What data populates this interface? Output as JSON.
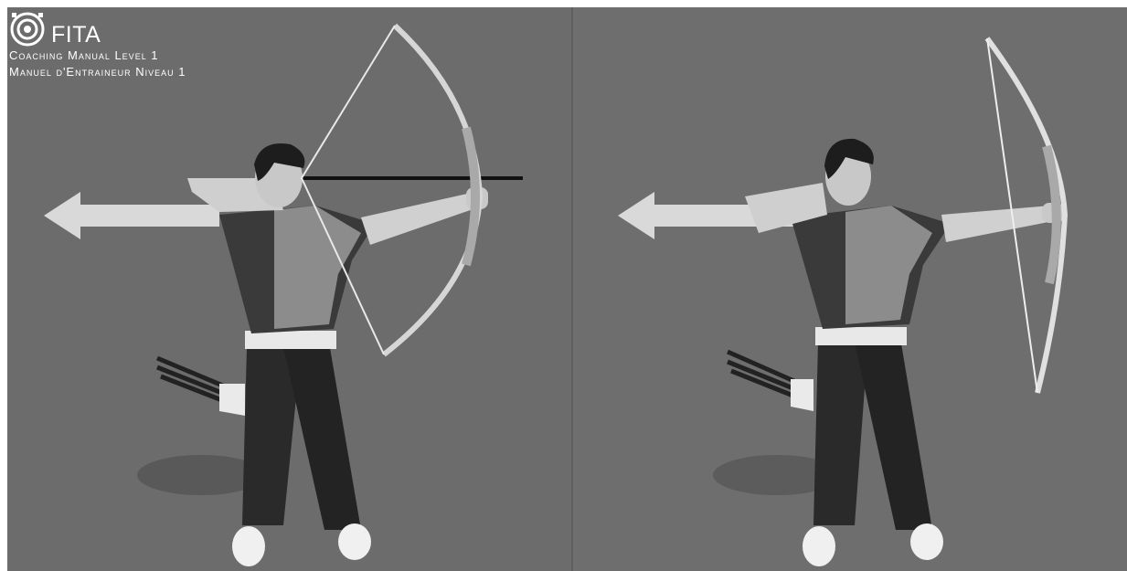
{
  "header": {
    "org": "FITA",
    "subtitle_en": "Coaching Manual Level 1",
    "subtitle_fr": "Manuel d'Entraineur Niveau 1"
  },
  "figures": [
    {
      "panel": "left",
      "phase": "full-draw"
    },
    {
      "panel": "right",
      "phase": "follow-through"
    }
  ],
  "colors": {
    "background": "#6c6c6c",
    "shirt": "#8a8a8a",
    "trousers": "#2a2a2a",
    "arrow": "#d8d8d8",
    "bow": "#c0c0c0"
  },
  "icons": {
    "logo": "fita-target-logo",
    "direction_arrow": "left-arrow"
  }
}
